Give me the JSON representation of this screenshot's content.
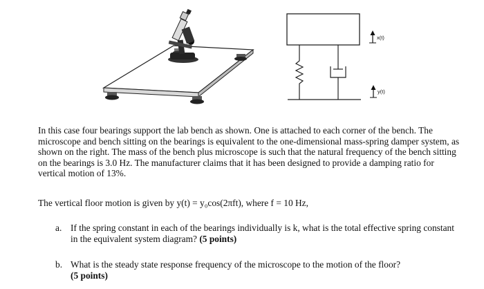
{
  "figure": {
    "label_top": "x(t)",
    "label_bottom": "y(t)"
  },
  "paragraph1": "In this case four bearings support the lab bench as shown. One is attached to each corner of the bench. The microscope and bench sitting on the bearings is equivalent to the one-dimensional mass-spring damper system, as shown on the right. The mass of the bench plus microscope is such that the natural frequency of the bench sitting on the bearings is 3.0 Hz. The manufacturer claims that it has been designed to provide a damping ratio for vertical motion of 13%.",
  "paragraph2": "The vertical floor motion is given by y(t) = y₀cos(2πft), where f = 10 Hz,",
  "questions": [
    {
      "label": "a.",
      "text": "If the spring constant in each of the bearings individually is k, what is the total effective spring constant in the equivalent system diagram?",
      "points": "(5 points)"
    },
    {
      "label": "b.",
      "text": "What is the steady state response frequency of the microscope to the motion of the floor?",
      "points": "(5 points)"
    }
  ]
}
